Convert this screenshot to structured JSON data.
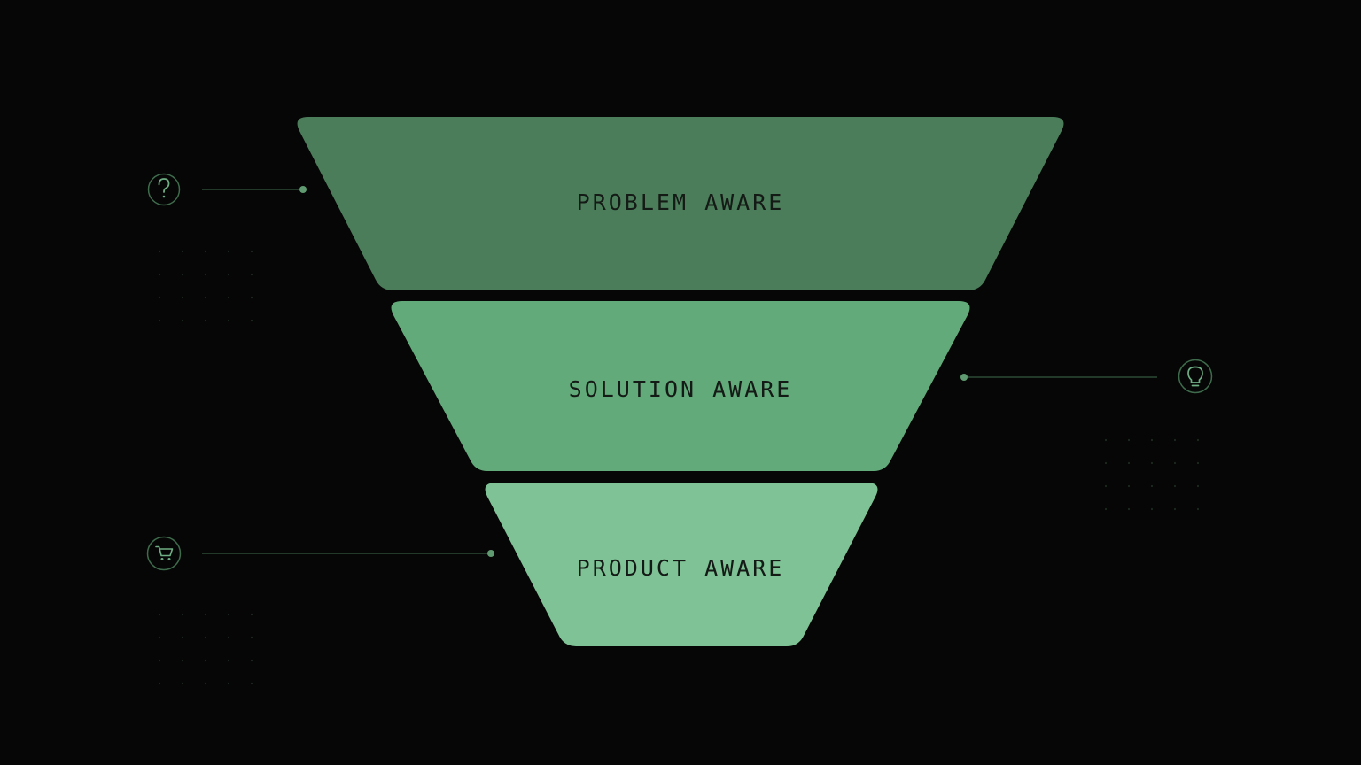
{
  "funnel": {
    "stages": [
      {
        "label": "PROBLEM AWARE",
        "color": "#4b7d5a",
        "icon": "question-mark-icon"
      },
      {
        "label": "SOLUTION AWARE",
        "color": "#62aa7a",
        "icon": "lightbulb-icon"
      },
      {
        "label": "PRODUCT AWARE",
        "color": "#7ec295",
        "icon": "shopping-cart-icon"
      }
    ],
    "accent_color": "#5f9a70",
    "connector_color": "#2c4a36",
    "background_color": "#050605"
  }
}
